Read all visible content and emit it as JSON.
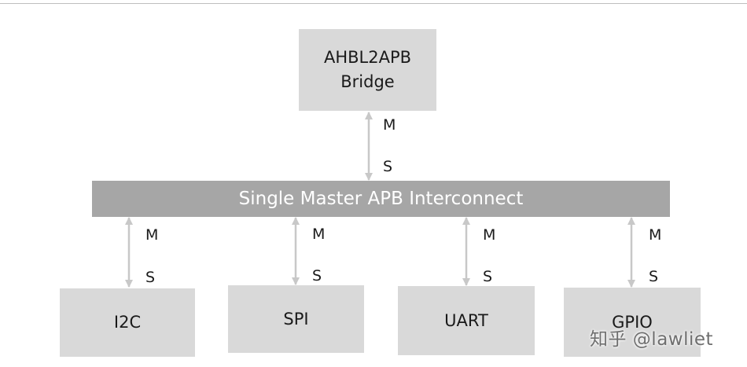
{
  "bridge": {
    "line1": "AHBL2APB",
    "line2": "Bridge"
  },
  "bus": {
    "label": "Single Master APB Interconnect"
  },
  "links": {
    "upper": {
      "master": "M",
      "slave": "S"
    },
    "i2c": {
      "master": "M",
      "slave": "S"
    },
    "spi": {
      "master": "M",
      "slave": "S"
    },
    "uart": {
      "master": "M",
      "slave": "S"
    },
    "gpio": {
      "master": "M",
      "slave": "S"
    }
  },
  "peripherals": {
    "i2c": "I2C",
    "spi": "SPI",
    "uart": "UART",
    "gpio": "GPIO"
  },
  "watermark": "知乎 @lawliet",
  "colors": {
    "box_fill": "#d9d9d9",
    "bus_fill": "#a6a6a6",
    "arrow": "#c8c8c8",
    "watermark": "#6e6e6e"
  }
}
